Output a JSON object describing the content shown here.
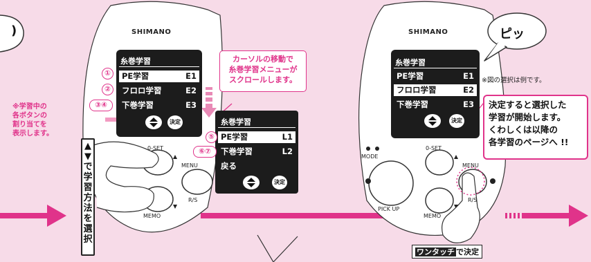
{
  "colors": {
    "accent": "#e0338a",
    "background": "#f7dbe8",
    "lcd": "#1c1c1c"
  },
  "left_device": {
    "brand": "SHIMANO",
    "screen_title": "糸巻学習",
    "items": [
      {
        "num": "①",
        "label": "PE学習",
        "code": "E1",
        "selected": true
      },
      {
        "num": "②",
        "label": "フロロ学習",
        "code": "E2",
        "selected": false
      },
      {
        "num": "③④",
        "label": "下巻学習",
        "code": "E3",
        "selected": false
      }
    ],
    "decide": "決定",
    "labels": {
      "zero_set": "0-SET",
      "menu": "MENU",
      "rs": "R/S",
      "memo": "MEMO"
    }
  },
  "popup": {
    "title": "糸巻学習",
    "items": [
      {
        "num": "⑤",
        "label": "PE学習",
        "code": "L1",
        "selected": true
      },
      {
        "num": "⑥⑦",
        "label": "下巻学習",
        "code": "L2",
        "selected": false
      },
      {
        "label": "戻る"
      }
    ],
    "decide": "決定"
  },
  "scroll_callout": [
    "カーソルの移動で",
    "糸巻学習メニューが",
    "スクロールします。"
  ],
  "side_note": [
    "※学習中の",
    "各ボタンの",
    "割り当てを",
    "表示します。"
  ],
  "vertical_label": [
    "▲",
    "▼",
    "で",
    "学",
    "習",
    "方",
    "法",
    "を",
    "選",
    "択"
  ],
  "right_device": {
    "brand": "SHIMANO",
    "screen_title": "糸巻学習",
    "items": [
      {
        "label": "PE学習",
        "code": "E1",
        "selected": false
      },
      {
        "label": "フロロ学習",
        "code": "E2",
        "selected": true
      },
      {
        "label": "下巻学習",
        "code": "E3",
        "selected": false
      }
    ],
    "decide": "決定",
    "labels": {
      "mode": "MODE",
      "zero_set": "0-SET",
      "menu": "MENU",
      "rs": "R/S",
      "pickup": "PICK UP",
      "memo": "MEMO"
    },
    "speech": "ピッ"
  },
  "example_note": "※図の選択は例です。",
  "decision_callout": [
    "決定すると選択した",
    "学習が開始します。",
    "くわしくは以降の",
    "各学習のページへ !!"
  ],
  "one_touch": {
    "highlight": "ワンタッチ",
    "rest": "で決定"
  },
  "left_speech": ")"
}
